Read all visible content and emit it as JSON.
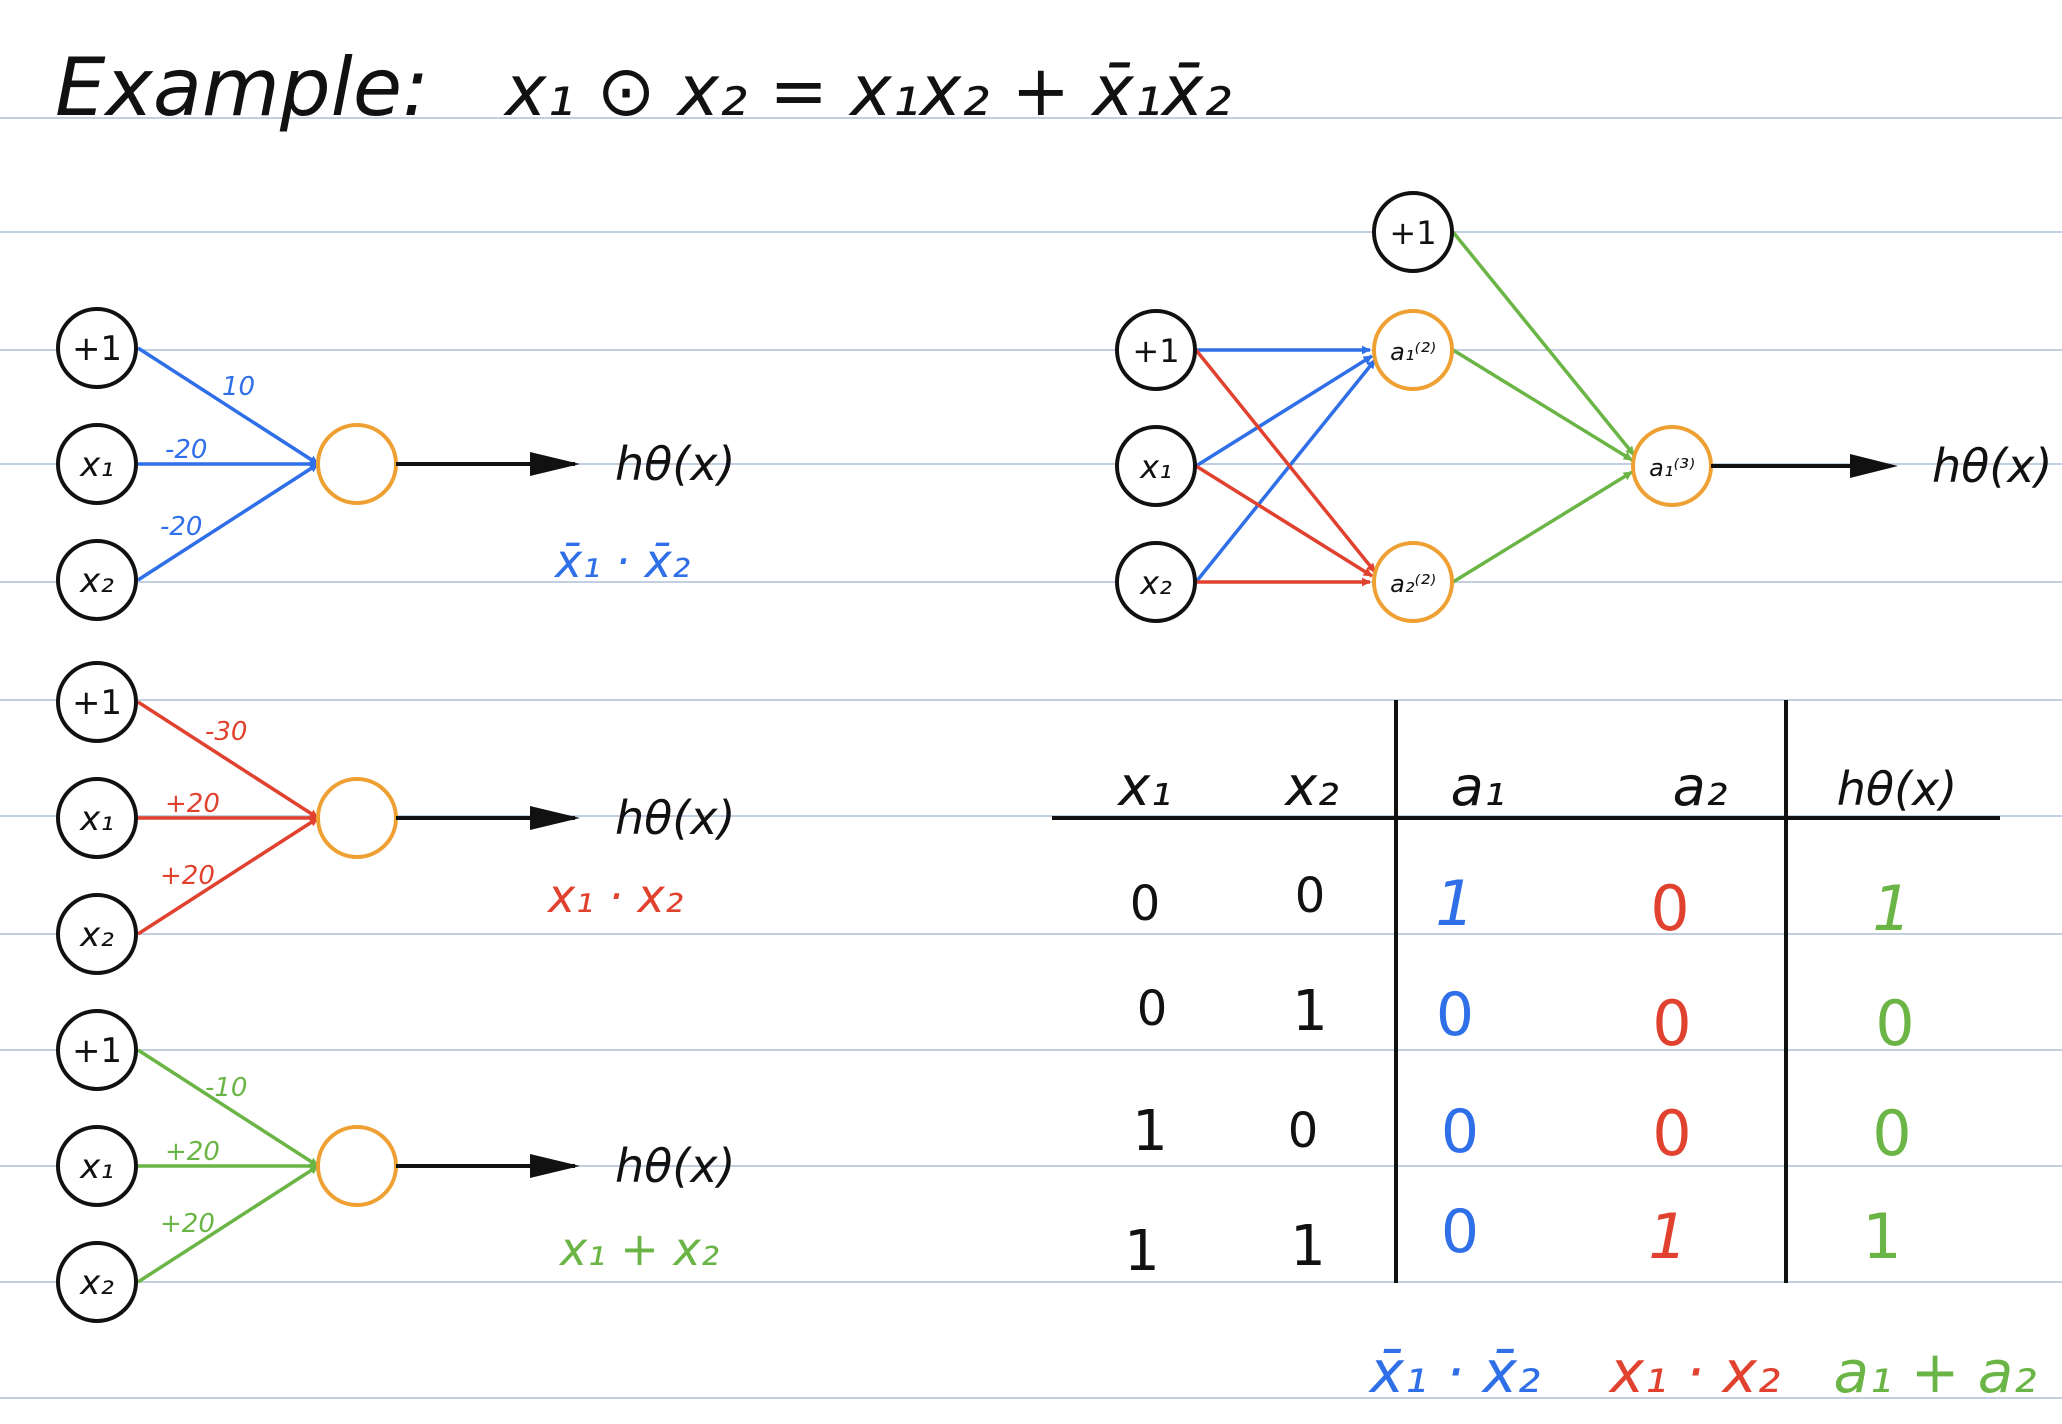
{
  "title": {
    "label": "Example:",
    "expression": "x₁ ⊙ x₂ = x₁x₂ + x̄₁x̄₂"
  },
  "colors": {
    "paper_line": "#aebfd6",
    "ink": "#111111",
    "blue": "#2f6fe8",
    "red": "#e0422f",
    "green": "#6ab545",
    "orange": "#eea032"
  },
  "small_networks": [
    {
      "color": "blue",
      "nodes": [
        "+1",
        "x₁",
        "x₂"
      ],
      "weights": [
        "10",
        "-20",
        "-20"
      ],
      "output": "hθ(x)",
      "function": "x̄₁ · x̄₂"
    },
    {
      "color": "red",
      "nodes": [
        "+1",
        "x₁",
        "x₂"
      ],
      "weights": [
        "-30",
        "+20",
        "+20"
      ],
      "output": "hθ(x)",
      "function": "x₁ · x₂"
    },
    {
      "color": "green",
      "nodes": [
        "+1",
        "x₁",
        "x₂"
      ],
      "weights": [
        "-10",
        "+20",
        "+20"
      ],
      "output": "hθ(x)",
      "function": "x₁ + x₂"
    }
  ],
  "big_network": {
    "inputs": [
      "+1",
      "x₁",
      "x₂"
    ],
    "bias2": "+1",
    "hidden": [
      "a₁⁽²⁾",
      "a₂⁽²⁾"
    ],
    "output_node": "a₁⁽³⁾",
    "output": "hθ(x)"
  },
  "truth_table": {
    "headers": [
      "x₁",
      "x₂",
      "a₁",
      "a₂",
      "hθ(x)"
    ],
    "rows": [
      [
        "0",
        "0",
        "1",
        "0",
        "1"
      ],
      [
        "0",
        "1",
        "0",
        "0",
        "0"
      ],
      [
        "1",
        "0",
        "0",
        "0",
        "0"
      ],
      [
        "1",
        "1",
        "0",
        "1",
        "1"
      ]
    ],
    "footers": [
      "x̄₁ · x̄₂",
      "x₁ · x₂",
      "a₁ + a₂"
    ]
  }
}
